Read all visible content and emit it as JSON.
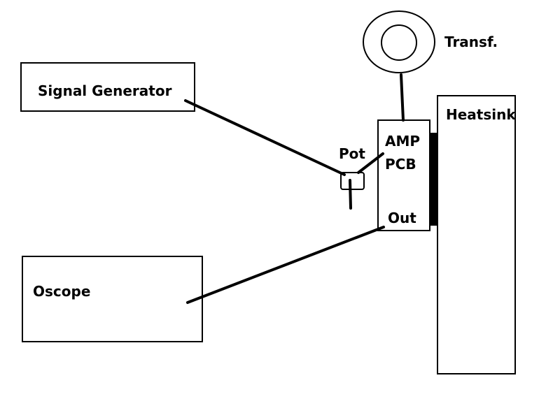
{
  "labels": {
    "signal_generator": "Signal Generator",
    "oscope": "Oscope",
    "transformer": "Transf.",
    "heatsink": "Heatsink",
    "pot": "Pot",
    "amp": "AMP",
    "pcb": "PCB",
    "out": "Out"
  },
  "colors": {
    "line": "#000000",
    "background": "#ffffff"
  }
}
